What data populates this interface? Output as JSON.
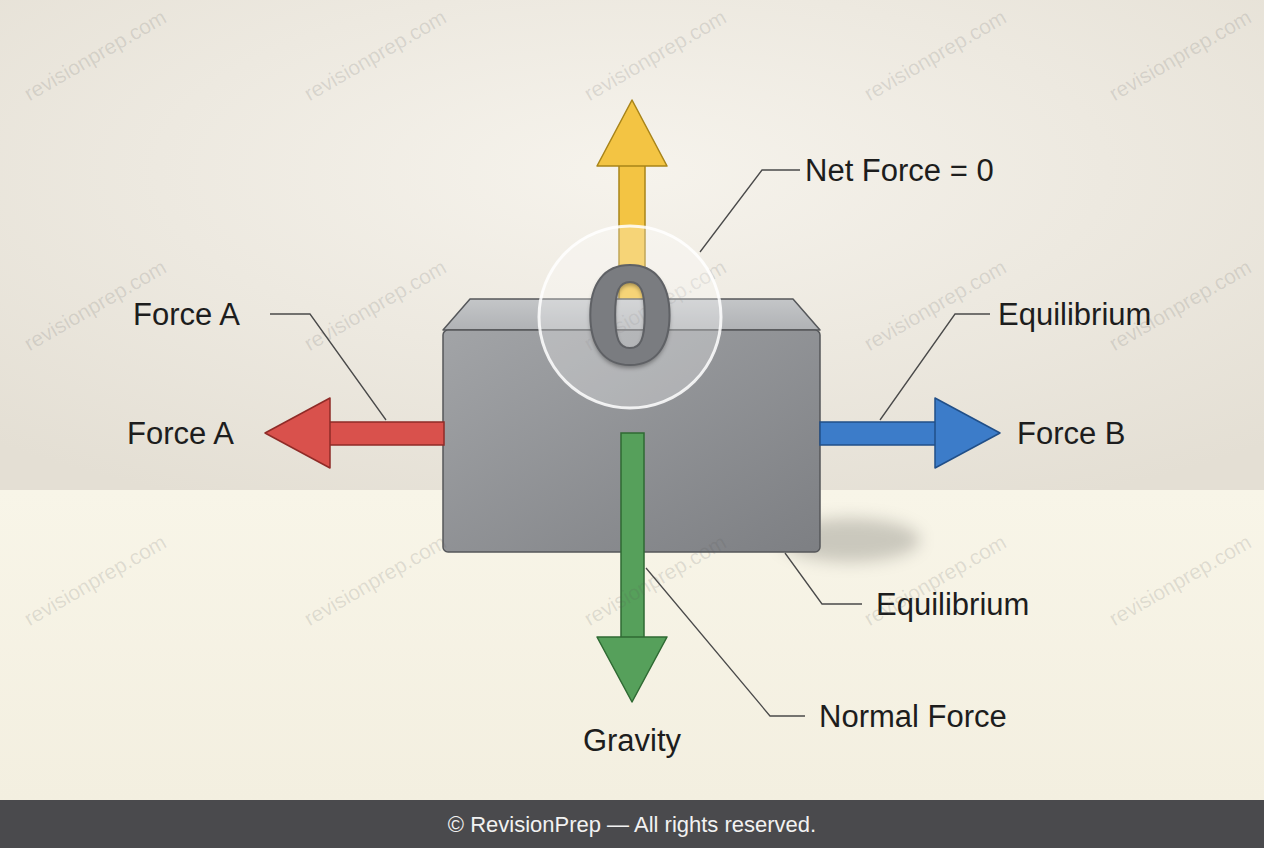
{
  "diagram": {
    "nodes": [
      {
        "text": [
          "0"
        ]
      }
    ],
    "labels": [
      "Net Force = 0",
      "Force A",
      "Force A",
      "Equilibrium",
      "Force B",
      "Equilibrium",
      "Normal Force",
      "Gravity",
      "revisionprep.com",
      "revisionprep.com",
      "revisionprep.com",
      "revisionprep.com",
      "revisionprep.com",
      "revisionprep.com",
      "revisionprep.com",
      "revisionprep.com",
      "revisionprep.com",
      "revisionprep.com",
      "revisionprep.com",
      "revisionprep.com",
      "revisionprep.com",
      "revisionprep.com",
      "revisionprep.com",
      "© RevisionPrep — All rights reserved."
    ]
  }
}
